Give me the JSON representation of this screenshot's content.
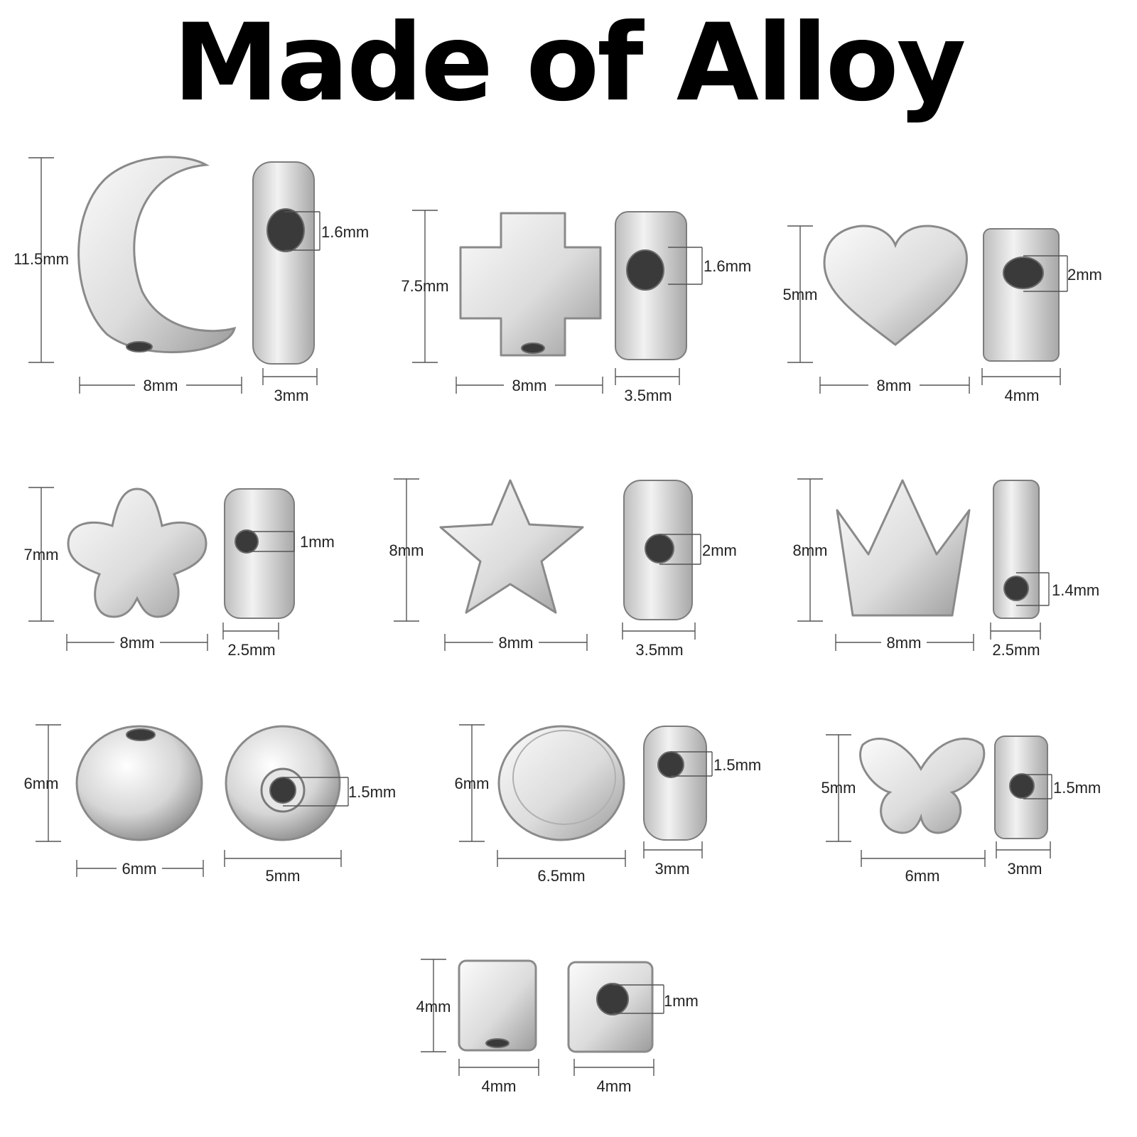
{
  "title": "Made of Alloy",
  "colors": {
    "metal_light": "#f4f4f4",
    "metal_mid": "#cfcfcf",
    "metal_dark": "#8a8a8a",
    "hole": "#3a3a3a"
  },
  "beads": [
    {
      "shape": "moon",
      "height": "11.5mm",
      "width": "8mm",
      "thickness": "3mm",
      "hole": "1.6mm"
    },
    {
      "shape": "cross",
      "height": "7.5mm",
      "width": "8mm",
      "thickness": "3.5mm",
      "hole": "1.6mm"
    },
    {
      "shape": "heart",
      "height": "5mm",
      "width": "8mm",
      "thickness": "4mm",
      "hole": "2mm"
    },
    {
      "shape": "flower",
      "height": "7mm",
      "width": "8mm",
      "thickness": "2.5mm",
      "hole": "1mm"
    },
    {
      "shape": "star",
      "height": "8mm",
      "width": "8mm",
      "thickness": "3.5mm",
      "hole": "2mm"
    },
    {
      "shape": "crown",
      "height": "8mm",
      "width": "8mm",
      "thickness": "2.5mm",
      "hole": "1.4mm"
    },
    {
      "shape": "round",
      "height": "6mm",
      "width": "6mm",
      "thickness": "5mm",
      "hole": "1.5mm"
    },
    {
      "shape": "oval",
      "height": "6mm",
      "width": "6.5mm",
      "thickness": "3mm",
      "hole": "1.5mm"
    },
    {
      "shape": "butterfly",
      "height": "5mm",
      "width": "6mm",
      "thickness": "3mm",
      "hole": "1.5mm"
    },
    {
      "shape": "cube",
      "height": "4mm",
      "width": "4mm",
      "thickness": "4mm",
      "hole": "1mm"
    }
  ]
}
